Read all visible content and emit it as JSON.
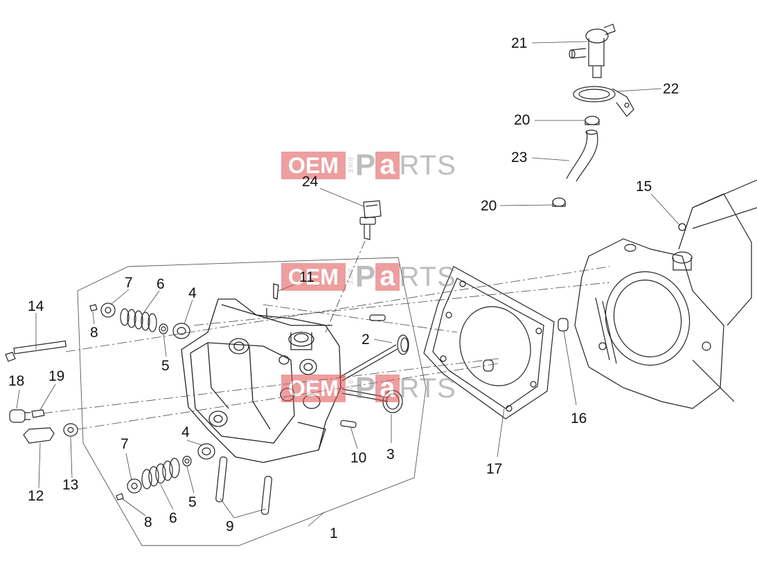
{
  "watermark": {
    "oem": "OEM",
    "bike": "BIKE",
    "p": "P",
    "a": "a",
    "rts": "RTS"
  },
  "callouts": {
    "c1": "1",
    "c2": "2",
    "c3": "3",
    "c4a": "4",
    "c4b": "4",
    "c5a": "5",
    "c5b": "5",
    "c6a": "6",
    "c6b": "6",
    "c7a": "7",
    "c7b": "7",
    "c8a": "8",
    "c8b": "8",
    "c9": "9",
    "c10": "10",
    "c11": "11",
    "c12": "12",
    "c13": "13",
    "c14": "14",
    "c15": "15",
    "c16": "16",
    "c17": "17",
    "c18": "18",
    "c19": "19",
    "c20a": "20",
    "c20b": "20",
    "c21": "21",
    "c22": "22",
    "c23": "23",
    "c24": "24"
  },
  "colors": {
    "line": "#222222",
    "watermark_red": "#e05252",
    "watermark_grey": "#888888"
  }
}
